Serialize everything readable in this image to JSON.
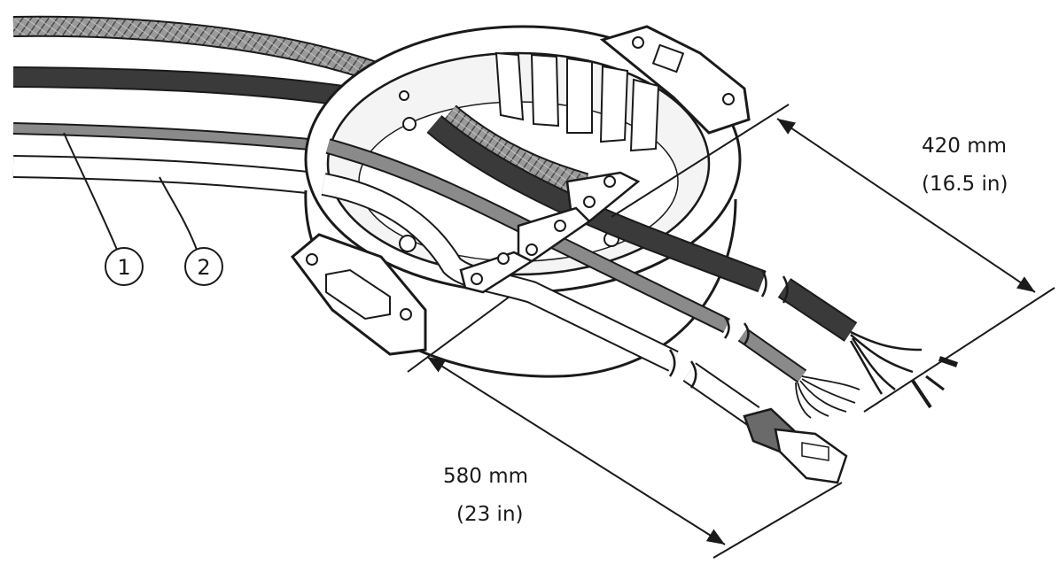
{
  "callouts": [
    {
      "label": "1"
    },
    {
      "label": "2"
    }
  ],
  "dimensions": {
    "short": {
      "metric": "420 mm",
      "imperial": "(16.5 in)"
    },
    "long": {
      "metric": "580 mm",
      "imperial": "(23 in)"
    }
  },
  "colors": {
    "line": "#1a1a1a",
    "cable_dark": "#3a3a3a",
    "cable_mid": "#8a8a8a",
    "cable_light": "#ffffff",
    "housing": "#ffffff"
  }
}
